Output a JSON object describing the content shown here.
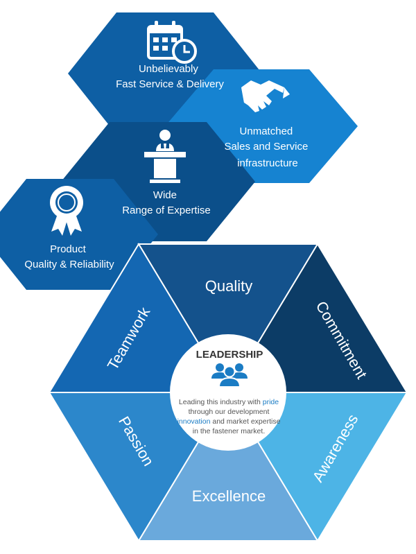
{
  "colors": {
    "hex_dark": "#0e5fa4",
    "hex_darker": "#0b4f8a",
    "hex_light": "#1683d1",
    "seg_quality": "#14528c",
    "seg_commitment": "#0c3c66",
    "seg_teamwork": "#1467b2",
    "seg_passion": "#2c87cb",
    "seg_awareness": "#4db4e6",
    "seg_excellence": "#6aa9dc",
    "accent": "#1b7cc4"
  },
  "hexagons": [
    {
      "id": "fast-service",
      "icon": "calendar-clock-icon",
      "lines": [
        "Unbelievably",
        "Fast Service & Delivery"
      ]
    },
    {
      "id": "sales-service",
      "icon": "handshake-icon",
      "lines": [
        "Unmatched",
        "Sales and Service",
        "infrastructure"
      ]
    },
    {
      "id": "expertise",
      "icon": "podium-speaker-icon",
      "lines": [
        "Wide",
        "Range of Expertise"
      ]
    },
    {
      "id": "quality-reliability",
      "icon": "award-ribbon-icon",
      "lines": [
        "Product",
        "Quality & Reliability"
      ]
    }
  ],
  "segments": {
    "quality": "Quality",
    "commitment": "Commitment",
    "awareness": "Awareness",
    "excellence": "Excellence",
    "passion": "Passion",
    "teamwork": "Teamwork"
  },
  "center": {
    "title": "LEADERSHIP",
    "icon": "team-group-icon",
    "line1_pre": "Leading this industry with ",
    "line1_accent": "pride",
    "line2": "through our development",
    "line3_accent": "innovation",
    "line3_post": " and market expertise",
    "line4": "in the fastener market."
  }
}
